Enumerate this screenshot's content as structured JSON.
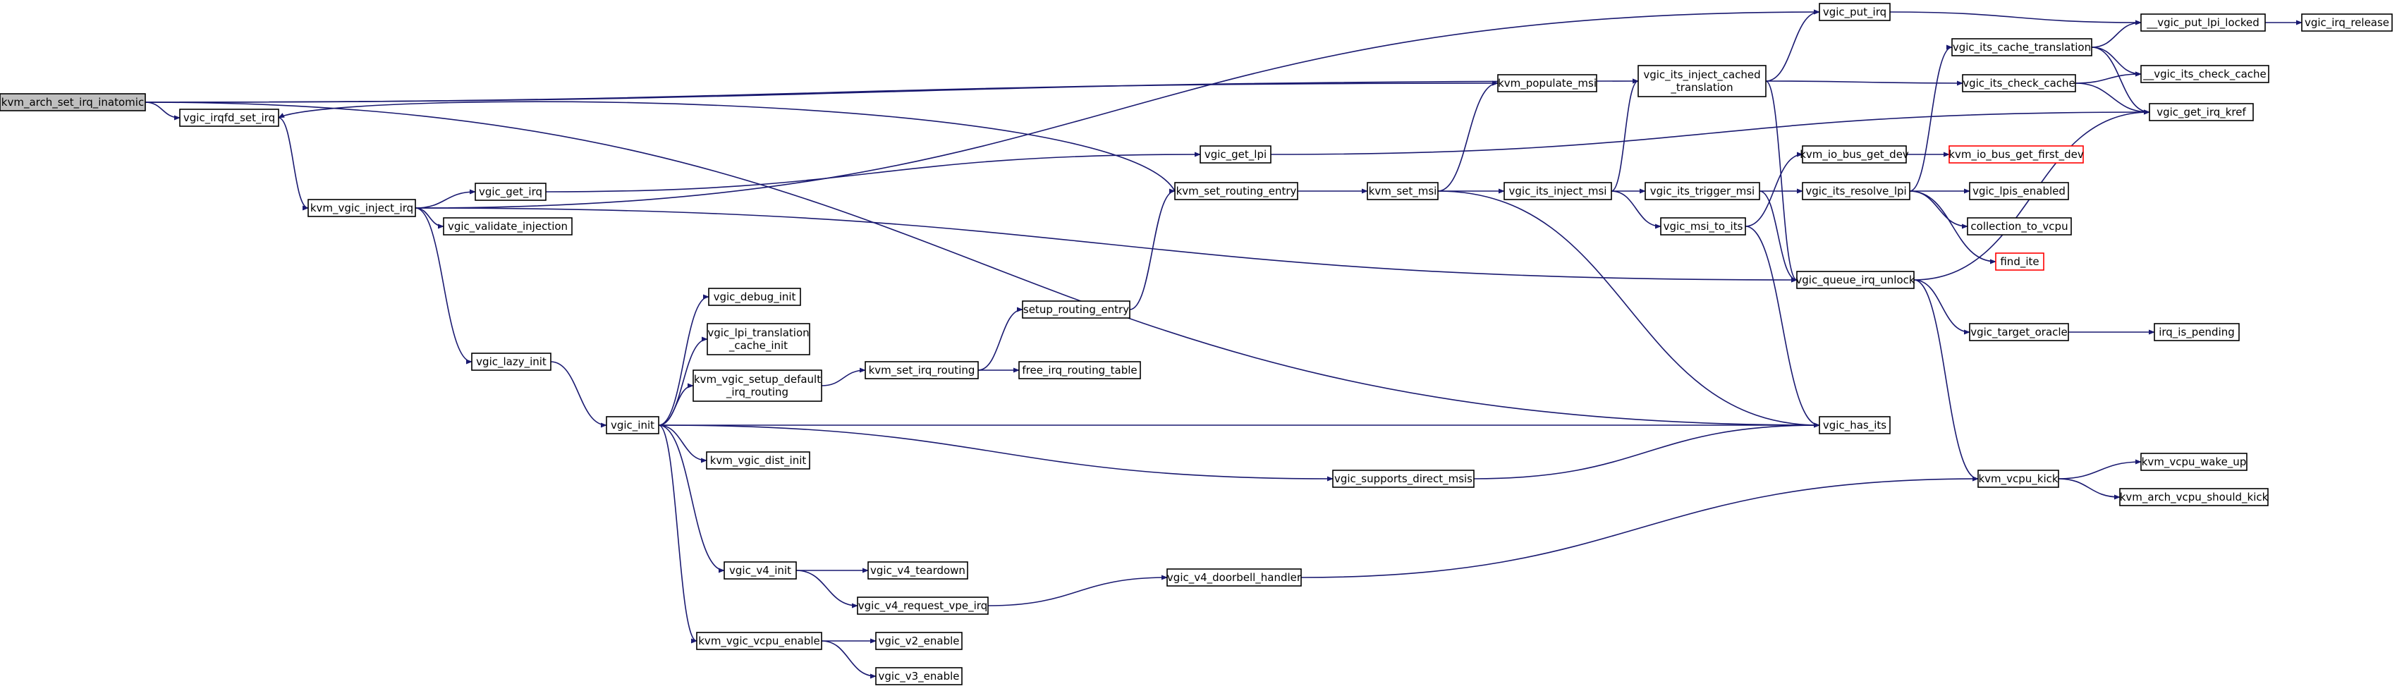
{
  "diagram": {
    "type": "call-graph",
    "colors": {
      "edge": "#191970",
      "root_fill": "#bfbfbf",
      "node_fill": "#ffffff",
      "missing_border": "#ff0000"
    },
    "nodes": [
      {
        "id": "kvm_arch_set_irq_inatomic",
        "lines": [
          "kvm_arch_set_irq_inatomic"
        ],
        "root": true
      },
      {
        "id": "vgic_irqfd_set_irq",
        "lines": [
          "vgic_irqfd_set_irq"
        ]
      },
      {
        "id": "kvm_vgic_inject_irq",
        "lines": [
          "kvm_vgic_inject_irq"
        ]
      },
      {
        "id": "vgic_get_irq",
        "lines": [
          "vgic_get_irq"
        ]
      },
      {
        "id": "vgic_validate_injection",
        "lines": [
          "vgic_validate_injection"
        ]
      },
      {
        "id": "vgic_lazy_init",
        "lines": [
          "vgic_lazy_init"
        ]
      },
      {
        "id": "vgic_init",
        "lines": [
          "vgic_init"
        ]
      },
      {
        "id": "vgic_debug_init",
        "lines": [
          "vgic_debug_init"
        ]
      },
      {
        "id": "vgic_lpi_translation_cache_init",
        "lines": [
          "vgic_lpi_translation",
          "_cache_init"
        ]
      },
      {
        "id": "kvm_vgic_setup_default_irq_routing",
        "lines": [
          "kvm_vgic_setup_default",
          "_irq_routing"
        ]
      },
      {
        "id": "kvm_vgic_dist_init",
        "lines": [
          "kvm_vgic_dist_init"
        ]
      },
      {
        "id": "vgic_v4_init",
        "lines": [
          "vgic_v4_init"
        ]
      },
      {
        "id": "kvm_vgic_vcpu_enable",
        "lines": [
          "kvm_vgic_vcpu_enable"
        ]
      },
      {
        "id": "vgic_v4_teardown",
        "lines": [
          "vgic_v4_teardown"
        ]
      },
      {
        "id": "vgic_v4_request_vpe_irq",
        "lines": [
          "vgic_v4_request_vpe_irq"
        ]
      },
      {
        "id": "vgic_v2_enable",
        "lines": [
          "vgic_v2_enable"
        ]
      },
      {
        "id": "vgic_v3_enable",
        "lines": [
          "vgic_v3_enable"
        ]
      },
      {
        "id": "kvm_set_irq_routing",
        "lines": [
          "kvm_set_irq_routing"
        ]
      },
      {
        "id": "setup_routing_entry",
        "lines": [
          "setup_routing_entry"
        ]
      },
      {
        "id": "free_irq_routing_table",
        "lines": [
          "free_irq_routing_table"
        ]
      },
      {
        "id": "vgic_get_lpi",
        "lines": [
          "vgic_get_lpi"
        ]
      },
      {
        "id": "kvm_set_routing_entry",
        "lines": [
          "kvm_set_routing_entry"
        ]
      },
      {
        "id": "kvm_set_msi",
        "lines": [
          "kvm_set_msi"
        ]
      },
      {
        "id": "kvm_populate_msi",
        "lines": [
          "kvm_populate_msi"
        ]
      },
      {
        "id": "vgic_supports_direct_msis",
        "lines": [
          "vgic_supports_direct_msis"
        ]
      },
      {
        "id": "vgic_v4_doorbell_handler",
        "lines": [
          "vgic_v4_doorbell_handler"
        ]
      },
      {
        "id": "vgic_its_inject_msi",
        "lines": [
          "vgic_its_inject_msi"
        ]
      },
      {
        "id": "vgic_its_inject_cached_translation",
        "lines": [
          "vgic_its_inject_cached",
          "_translation"
        ]
      },
      {
        "id": "vgic_its_trigger_msi",
        "lines": [
          "vgic_its_trigger_msi"
        ]
      },
      {
        "id": "vgic_msi_to_its",
        "lines": [
          "vgic_msi_to_its"
        ]
      },
      {
        "id": "vgic_put_irq",
        "lines": [
          "vgic_put_irq"
        ]
      },
      {
        "id": "vgic_has_its",
        "lines": [
          "vgic_has_its"
        ]
      },
      {
        "id": "kvm_io_bus_get_dev",
        "lines": [
          "kvm_io_bus_get_dev"
        ]
      },
      {
        "id": "vgic_its_resolve_lpi",
        "lines": [
          "vgic_its_resolve_lpi"
        ]
      },
      {
        "id": "vgic_queue_irq_unlock",
        "lines": [
          "vgic_queue_irq_unlock"
        ]
      },
      {
        "id": "vgic_its_cache_translation",
        "lines": [
          "vgic_its_cache_translation"
        ]
      },
      {
        "id": "vgic_its_check_cache",
        "lines": [
          "vgic_its_check_cache"
        ]
      },
      {
        "id": "kvm_io_bus_get_first_dev",
        "lines": [
          "kvm_io_bus_get_first_dev"
        ],
        "missing": true
      },
      {
        "id": "vgic_lpis_enabled",
        "lines": [
          "vgic_lpis_enabled"
        ]
      },
      {
        "id": "collection_to_vcpu",
        "lines": [
          "collection_to_vcpu"
        ]
      },
      {
        "id": "find_ite",
        "lines": [
          "find_ite"
        ],
        "missing": true
      },
      {
        "id": "vgic_target_oracle",
        "lines": [
          "vgic_target_oracle"
        ]
      },
      {
        "id": "kvm_vcpu_kick",
        "lines": [
          "kvm_vcpu_kick"
        ]
      },
      {
        "id": "vgic_put_lpi_locked",
        "lines": [
          "__vgic_put_lpi_locked"
        ]
      },
      {
        "id": "vgic_check_cache",
        "lines": [
          "__vgic_its_check_cache"
        ]
      },
      {
        "id": "vgic_get_irq_kref",
        "lines": [
          "vgic_get_irq_kref"
        ]
      },
      {
        "id": "irq_is_pending",
        "lines": [
          "irq_is_pending"
        ]
      },
      {
        "id": "kvm_vcpu_wake_up",
        "lines": [
          "kvm_vcpu_wake_up"
        ]
      },
      {
        "id": "kvm_arch_vcpu_should_kick",
        "lines": [
          "kvm_arch_vcpu_should_kick"
        ]
      },
      {
        "id": "vgic_irq_release",
        "lines": [
          "vgic_irq_release"
        ]
      }
    ],
    "edges": [
      [
        "kvm_arch_set_irq_inatomic",
        "vgic_irqfd_set_irq"
      ],
      [
        "kvm_arch_set_irq_inatomic",
        "vgic_its_inject_cached_translation"
      ],
      [
        "kvm_arch_set_irq_inatomic",
        "kvm_populate_msi"
      ],
      [
        "kvm_arch_set_irq_inatomic",
        "vgic_has_its"
      ],
      [
        "vgic_irqfd_set_irq",
        "kvm_vgic_inject_irq"
      ],
      [
        "kvm_vgic_inject_irq",
        "vgic_get_irq"
      ],
      [
        "kvm_vgic_inject_irq",
        "vgic_validate_injection"
      ],
      [
        "kvm_vgic_inject_irq",
        "vgic_lazy_init"
      ],
      [
        "kvm_vgic_inject_irq",
        "vgic_put_irq"
      ],
      [
        "kvm_vgic_inject_irq",
        "vgic_queue_irq_unlock"
      ],
      [
        "vgic_get_irq",
        "vgic_get_lpi"
      ],
      [
        "vgic_lazy_init",
        "vgic_init"
      ],
      [
        "vgic_init",
        "vgic_debug_init"
      ],
      [
        "vgic_init",
        "vgic_lpi_translation_cache_init"
      ],
      [
        "vgic_init",
        "kvm_vgic_setup_default_irq_routing"
      ],
      [
        "vgic_init",
        "kvm_vgic_dist_init"
      ],
      [
        "vgic_init",
        "vgic_v4_init"
      ],
      [
        "vgic_init",
        "kvm_vgic_vcpu_enable"
      ],
      [
        "vgic_init",
        "vgic_has_its"
      ],
      [
        "vgic_init",
        "vgic_supports_direct_msis"
      ],
      [
        "kvm_vgic_setup_default_irq_routing",
        "kvm_set_irq_routing"
      ],
      [
        "kvm_set_irq_routing",
        "setup_routing_entry"
      ],
      [
        "kvm_set_irq_routing",
        "free_irq_routing_table"
      ],
      [
        "setup_routing_entry",
        "kvm_set_routing_entry"
      ],
      [
        "kvm_set_routing_entry",
        "vgic_irqfd_set_irq"
      ],
      [
        "kvm_set_routing_entry",
        "kvm_set_msi"
      ],
      [
        "kvm_set_msi",
        "kvm_populate_msi"
      ],
      [
        "kvm_set_msi",
        "vgic_its_inject_msi"
      ],
      [
        "kvm_set_msi",
        "vgic_has_its"
      ],
      [
        "vgic_its_inject_msi",
        "vgic_its_inject_cached_translation"
      ],
      [
        "vgic_its_inject_msi",
        "vgic_its_trigger_msi"
      ],
      [
        "vgic_its_inject_msi",
        "vgic_msi_to_its"
      ],
      [
        "vgic_its_inject_cached_translation",
        "vgic_put_irq"
      ],
      [
        "vgic_its_inject_cached_translation",
        "vgic_its_check_cache"
      ],
      [
        "vgic_its_inject_cached_translation",
        "vgic_queue_irq_unlock"
      ],
      [
        "vgic_its_trigger_msi",
        "vgic_its_resolve_lpi"
      ],
      [
        "vgic_its_trigger_msi",
        "vgic_queue_irq_unlock"
      ],
      [
        "vgic_msi_to_its",
        "kvm_io_bus_get_dev"
      ],
      [
        "vgic_msi_to_its",
        "vgic_has_its"
      ],
      [
        "kvm_io_bus_get_dev",
        "kvm_io_bus_get_first_dev"
      ],
      [
        "vgic_its_resolve_lpi",
        "vgic_its_cache_translation"
      ],
      [
        "vgic_its_resolve_lpi",
        "vgic_lpis_enabled"
      ],
      [
        "vgic_its_resolve_lpi",
        "collection_to_vcpu"
      ],
      [
        "vgic_its_resolve_lpi",
        "find_ite"
      ],
      [
        "vgic_get_lpi",
        "vgic_get_irq_kref"
      ],
      [
        "vgic_put_irq",
        "vgic_put_lpi_locked"
      ],
      [
        "vgic_its_cache_translation",
        "vgic_put_lpi_locked"
      ],
      [
        "vgic_its_cache_translation",
        "vgic_check_cache"
      ],
      [
        "vgic_its_cache_translation",
        "vgic_get_irq_kref"
      ],
      [
        "vgic_its_check_cache",
        "vgic_check_cache"
      ],
      [
        "vgic_its_check_cache",
        "vgic_get_irq_kref"
      ],
      [
        "vgic_queue_irq_unlock",
        "vgic_get_irq_kref"
      ],
      [
        "vgic_queue_irq_unlock",
        "vgic_target_oracle"
      ],
      [
        "vgic_queue_irq_unlock",
        "kvm_vcpu_kick"
      ],
      [
        "vgic_target_oracle",
        "irq_is_pending"
      ],
      [
        "vgic_put_lpi_locked",
        "vgic_irq_release"
      ],
      [
        "vgic_supports_direct_msis",
        "vgic_has_its"
      ],
      [
        "vgic_v4_init",
        "vgic_v4_teardown"
      ],
      [
        "vgic_v4_init",
        "vgic_v4_request_vpe_irq"
      ],
      [
        "vgic_v4_request_vpe_irq",
        "vgic_v4_doorbell_handler"
      ],
      [
        "vgic_v4_doorbell_handler",
        "kvm_vcpu_kick"
      ],
      [
        "kvm_vgic_vcpu_enable",
        "vgic_v2_enable"
      ],
      [
        "kvm_vgic_vcpu_enable",
        "vgic_v3_enable"
      ],
      [
        "kvm_vcpu_kick",
        "kvm_vcpu_wake_up"
      ],
      [
        "kvm_vcpu_kick",
        "kvm_arch_vcpu_should_kick"
      ]
    ]
  }
}
